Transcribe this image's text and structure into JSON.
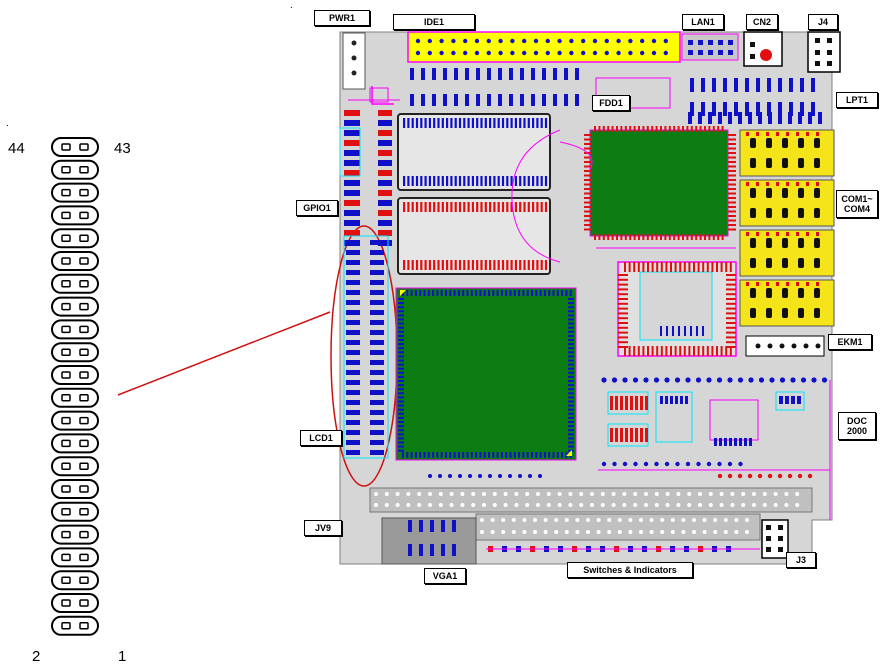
{
  "header_pins": {
    "top_left": "44",
    "top_right": "43",
    "bottom_left": "2",
    "bottom_right": "1"
  },
  "labels": {
    "pwr1": "PWR1",
    "ide1": "IDE1",
    "lan1": "LAN1",
    "cn2": "CN2",
    "j4": "J4",
    "fdd1": "FDD1",
    "lpt1": "LPT1",
    "gpio1": "GPIO1",
    "com": "COM1~\nCOM4",
    "ekm1": "EKM1",
    "doc": "DOC\n2000",
    "lcd1": "LCD1",
    "jv9": "JV9",
    "vga1": "VGA1",
    "switches": "Switches & Indicators",
    "j3": "J3"
  },
  "colors": {
    "board": "#d6d6d6",
    "chip_green": "#0b7d12",
    "header_yellow": "#ffff00",
    "com_yellow": "#f4e419",
    "trace_magenta": "#ff00ff",
    "trace_cyan": "#00e5ff",
    "pad_blue": "#1010c8",
    "pad_red": "#e01010",
    "callout_red": "#d01010"
  }
}
